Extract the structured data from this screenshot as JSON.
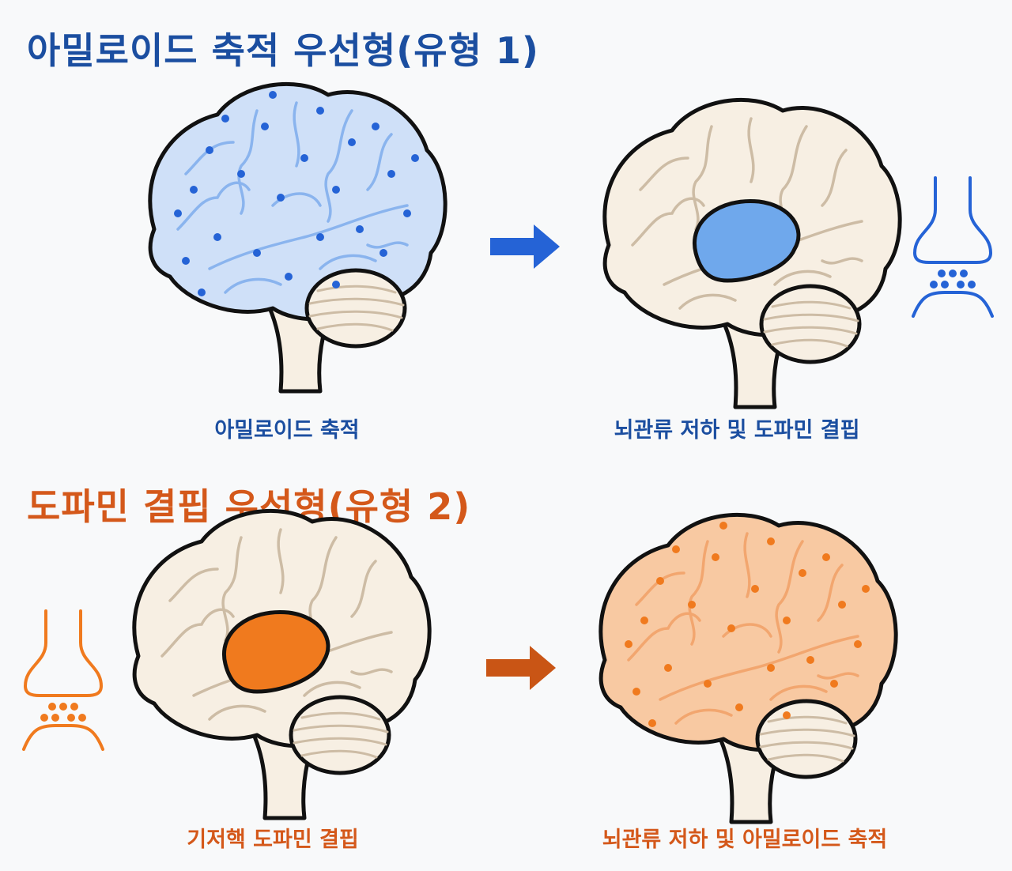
{
  "colors": {
    "type1": "#1b4ea0",
    "type1_fill": "#cfe0f8",
    "type1_accent": "#2563d6",
    "type1_lines": "#8ab4ee",
    "type2": "#d4581a",
    "type2_fill": "#f8c9a2",
    "type2_accent": "#f07a1e",
    "type2_lines": "#f2a66f",
    "neutral_fill": "#f7efe3",
    "gyri_neutral": "#cdbca5",
    "outline": "#111111"
  },
  "sections": [
    {
      "title": "아밀로이드 축적 우선형(유형 1)",
      "left_caption": "아밀로이드 축적",
      "right_caption": "뇌관류 저하 및 도파민 결핍",
      "left_icon": "brain-amyloid-icon",
      "right_icon": "brain-basal-ganglia-icon",
      "synapse_icon": "synapse-icon"
    },
    {
      "title": "도파민 결핍 우선형(유형 2)",
      "left_caption": "기저핵 도파민 결핍",
      "right_caption": "뇌관류 저하 및 아밀로이드 축적",
      "left_icon": "brain-basal-ganglia-icon",
      "right_icon": "brain-amyloid-icon",
      "synapse_icon": "synapse-icon"
    }
  ]
}
